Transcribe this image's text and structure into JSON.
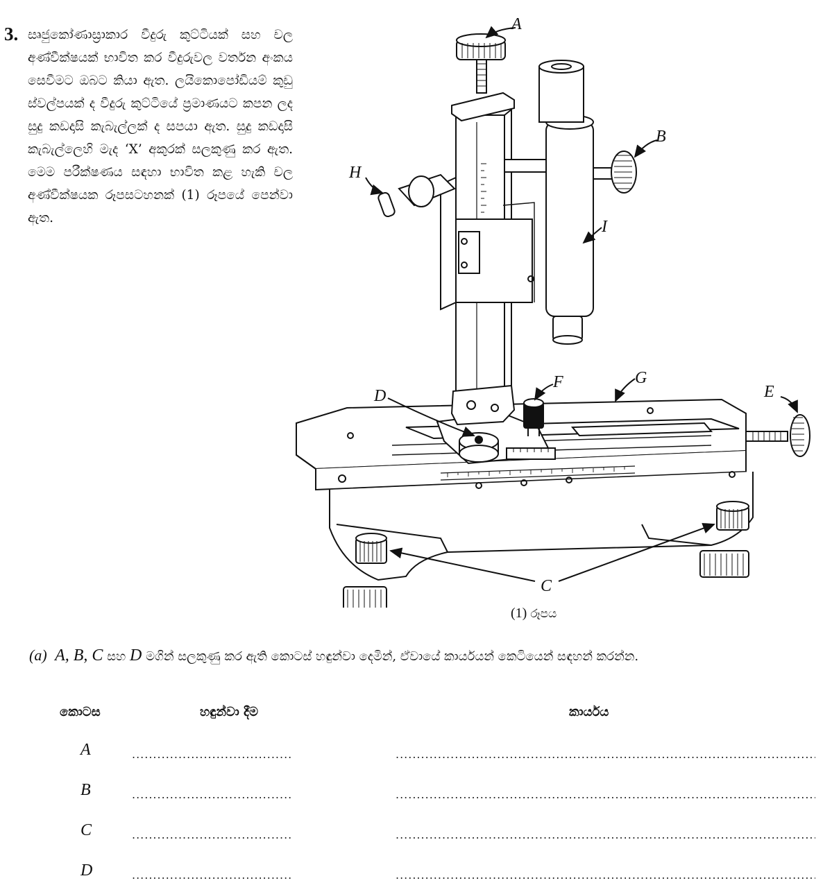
{
  "question": {
    "number": "3.",
    "stem": "සෘජුකෝණාස්‍රාකාර වීදුරු කුට්ටියක් සහ චල අණ්වීක්ෂයක් භාවිත කර වීදුරුවල වර්තන අංකය සෙවීමට ඔබට කියා ඇත. ලයිකොපෝඩියම් කුඩු ස්වල්පයක් ද වීදුරු කුට්ටියේ ප්‍රමාණයට කපන ලද සුදු කඩදාසි කැබැල්ලක් ද සපයා ඇත. සුදු කඩදාසි කැබැල්ලෙහි මැද ‘X’ අකුරක් සලකුණු කර ඇත. මෙම පරීක්ෂණය සඳහා භාවිත කළ හැකි චල අණ්වීක්ෂයක රූපසටහනක් (1) රූපයේ පෙන්වා ඇත."
  },
  "figure": {
    "labels": {
      "A": "A",
      "B": "B",
      "C": "C",
      "D": "D",
      "E": "E",
      "F": "F",
      "G": "G",
      "H": "H",
      "I": "I"
    },
    "caption_number": "(1)",
    "caption_text": "රූපය"
  },
  "part_a": {
    "label": "(a)",
    "letters": "A, B, C",
    "conj": "සහ",
    "letter_d": "D",
    "text": "මගින් සලකුණු කර ඇති කොටස් හඳුන්වා දෙමින්, ඒවායේ කාර්යයන් කෙටියෙන් සඳහන් කරන්න."
  },
  "table": {
    "headers": [
      "කොටස",
      "හඳුන්වා දීම",
      "කාර්යය"
    ],
    "rows": [
      "A",
      "B",
      "C",
      "D"
    ],
    "dots_short": "......................................",
    "dots_long": ".........................................................................................................."
  }
}
